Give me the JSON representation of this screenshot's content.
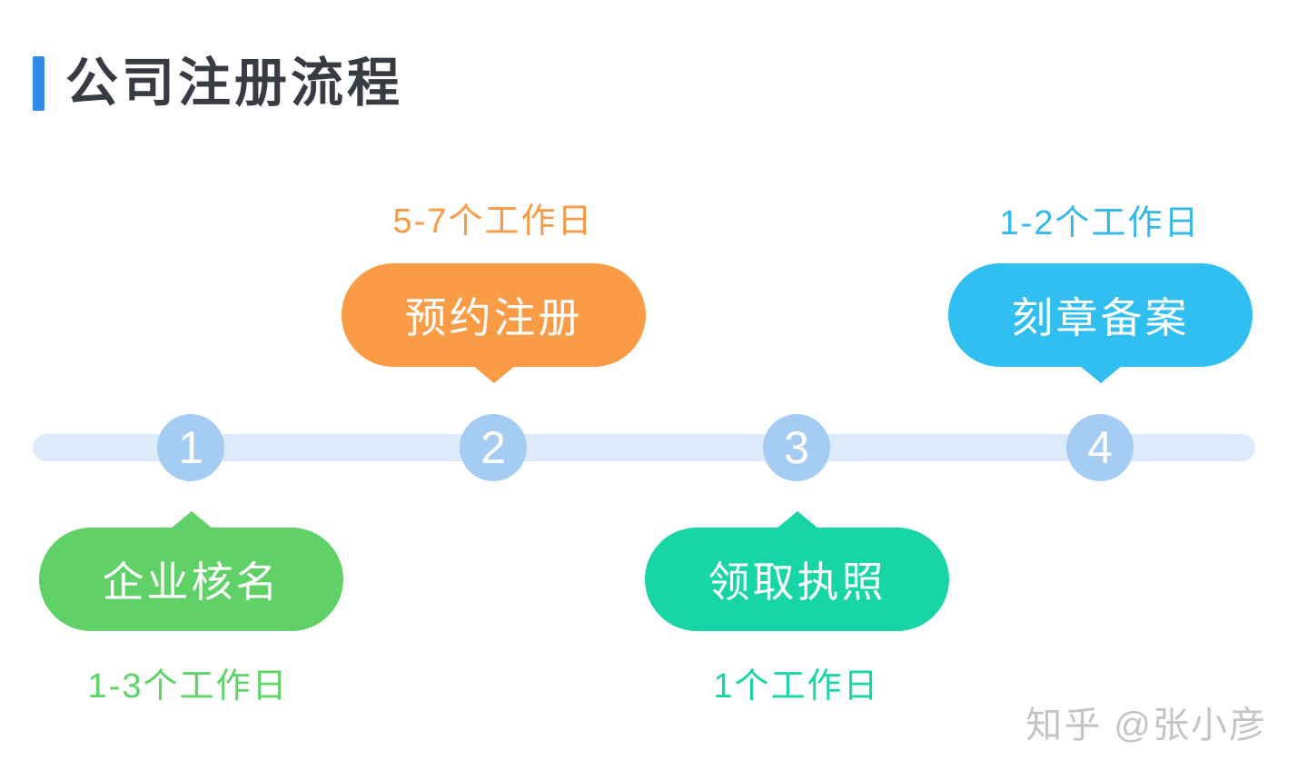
{
  "page": {
    "title": "公司注册流程",
    "watermark": "知乎 @张小彦"
  },
  "colors": {
    "accent_blue": "#3388EB",
    "timeline_track": "#DCEAFA",
    "timeline_node": "#A5CDF4",
    "title_text": "#383C42",
    "watermark_gray": "#C4C4C4",
    "step_green": "#5FD166",
    "step_orange": "#F99C45",
    "step_teal": "#17D5A5",
    "step_blue": "#30BFF0"
  },
  "timeline": {
    "steps": [
      {
        "number": "1",
        "label": "企业核名",
        "duration": "1-3个工作日",
        "color": "#5FD166",
        "bubble_position": "below"
      },
      {
        "number": "2",
        "label": "预约注册",
        "duration": "5-7个工作日",
        "color": "#F99C45",
        "bubble_position": "above"
      },
      {
        "number": "3",
        "label": "领取执照",
        "duration": "1个工作日",
        "color": "#17D5A5",
        "bubble_position": "below"
      },
      {
        "number": "4",
        "label": "刻章备案",
        "duration": "1-2个工作日",
        "color": "#30BFF0",
        "bubble_position": "above"
      }
    ]
  }
}
